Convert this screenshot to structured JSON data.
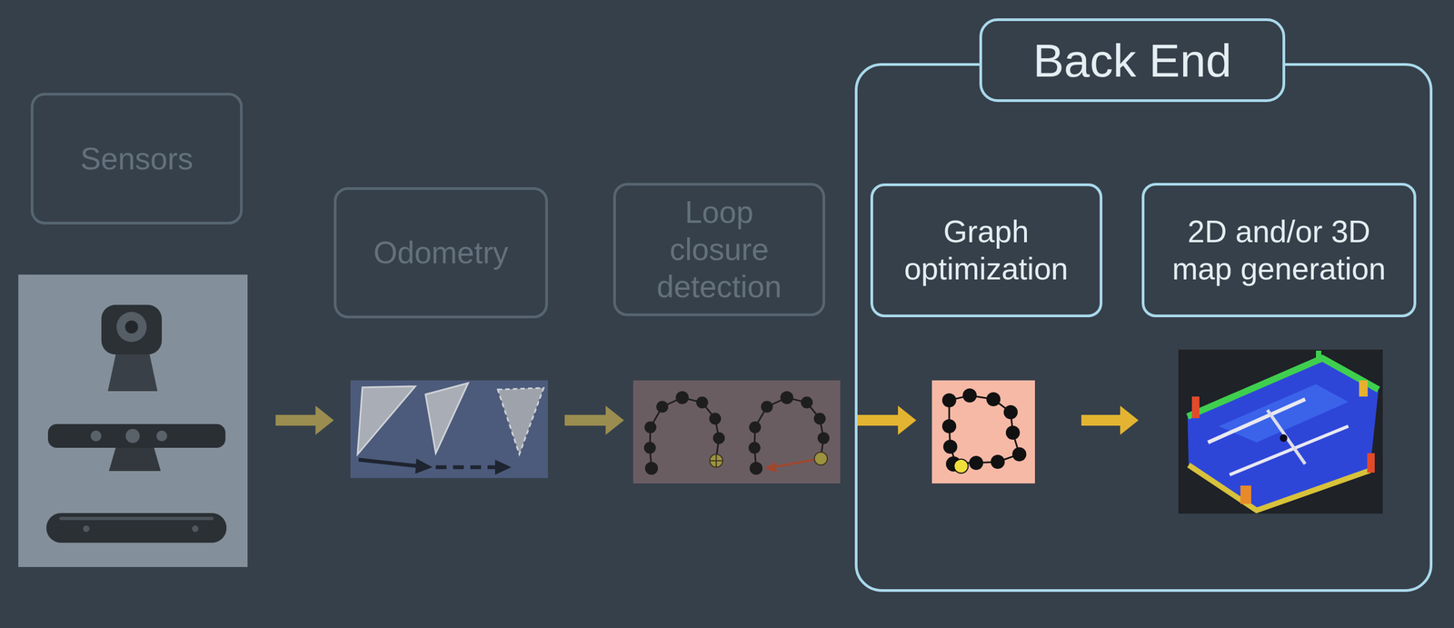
{
  "diagram": {
    "nodes": [
      {
        "text": [
          "Sensors"
        ]
      },
      {
        "text": [
          "Odometry"
        ]
      },
      {
        "text": [
          "Loop closure detection"
        ]
      },
      {
        "text": [
          "Back End"
        ]
      },
      {
        "text": [
          "Graph optimization"
        ],
        "in": 3
      },
      {
        "text": [
          "2D and/or 3D map generation"
        ],
        "in": 3
      }
    ],
    "edges": [
      {
        "from": 0,
        "to": 1,
        "arrow": "to"
      },
      {
        "from": 1,
        "to": 2,
        "arrow": "to"
      },
      {
        "from": 2,
        "to": 4,
        "arrow": "to"
      },
      {
        "from": 4,
        "to": 5,
        "arrow": "to"
      }
    ]
  }
}
